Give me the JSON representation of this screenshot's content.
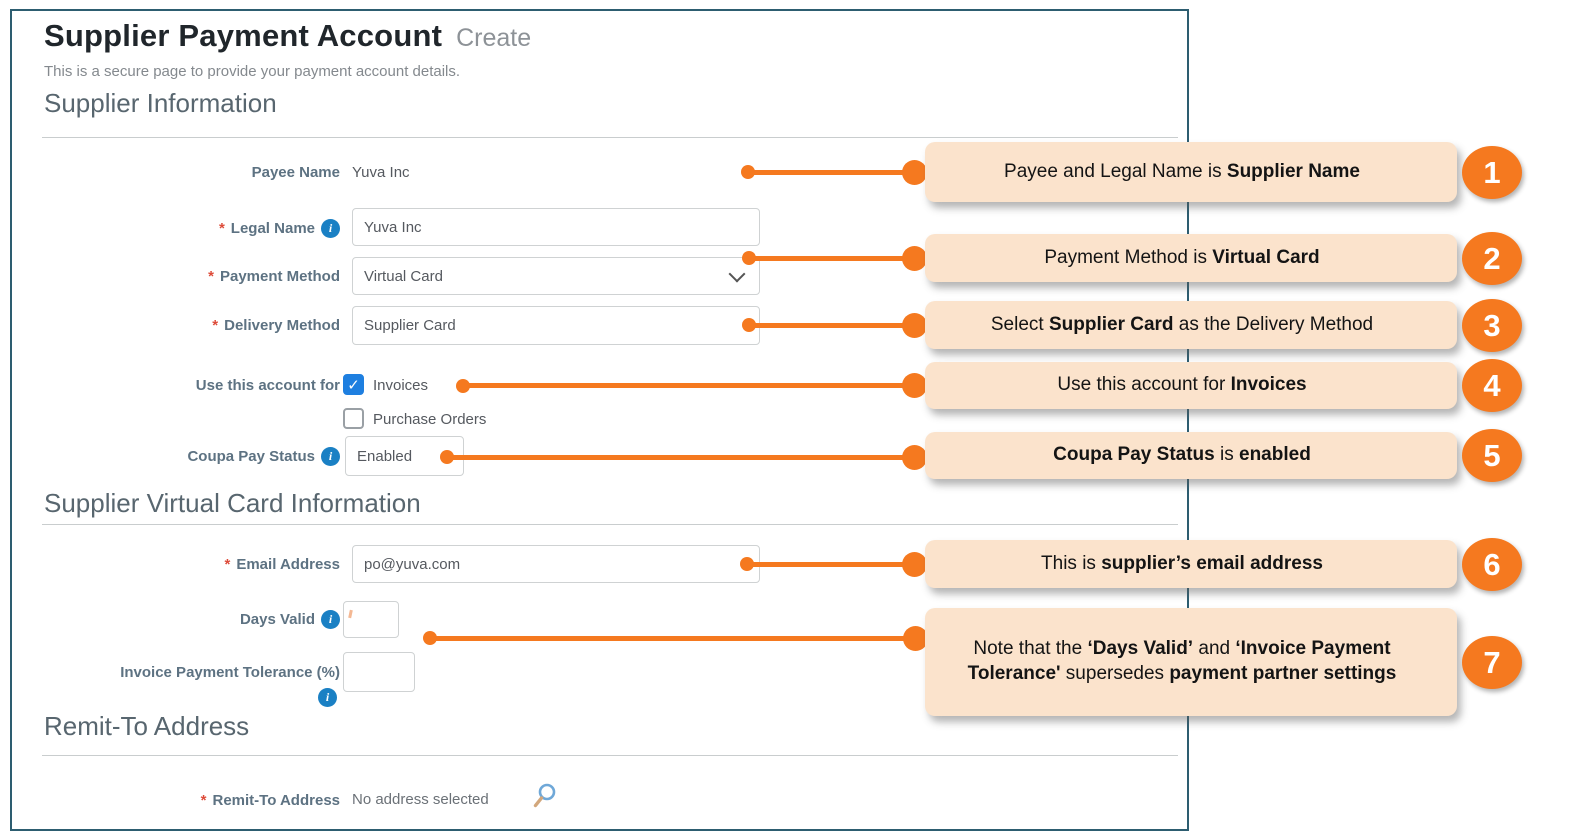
{
  "ui": {
    "required_marker": "*",
    "info_glyph": "i",
    "check_glyph": "✓"
  },
  "colors": {
    "accent_orange": "#f5791f",
    "callout_bg": "#fbe3cc",
    "frame_teal": "#2d5d70",
    "checkbox_blue": "#1e7fe0",
    "info_blue": "#1a80c4"
  },
  "header": {
    "title": "Supplier Payment Account",
    "mode": "Create",
    "subtitle": "This is a secure page to provide your payment account details."
  },
  "sections": {
    "supplier_information": "Supplier Information",
    "virtual_card_information": "Supplier Virtual Card Information",
    "remit_to": "Remit-To Address"
  },
  "fields": {
    "payee_name": {
      "label": "Payee Name",
      "value": "Yuva Inc"
    },
    "legal_name": {
      "label": "Legal Name",
      "value": "Yuva Inc"
    },
    "payment_method": {
      "label": "Payment Method",
      "value": "Virtual Card"
    },
    "delivery_method": {
      "label": "Delivery Method",
      "value": "Supplier Card"
    },
    "use_account_for": {
      "label": "Use this account for",
      "options": [
        {
          "label": "Invoices",
          "checked": true
        },
        {
          "label": "Purchase Orders",
          "checked": false
        }
      ]
    },
    "coupa_pay_status": {
      "label": "Coupa Pay Status",
      "value": "Enabled"
    },
    "email_address": {
      "label": "Email Address",
      "value": "po@yuva.com"
    },
    "days_valid": {
      "label": "Days Valid",
      "value": ""
    },
    "invoice_payment_tolerance": {
      "label": "Invoice Payment Tolerance (%)",
      "value": ""
    },
    "remit_to_address": {
      "label": "Remit-To Address",
      "value": "No address selected"
    }
  },
  "callouts": [
    {
      "number": "1",
      "segments": [
        {
          "t": "Payee and Legal Name is ",
          "b": false
        },
        {
          "t": "Supplier Name",
          "b": true
        }
      ]
    },
    {
      "number": "2",
      "segments": [
        {
          "t": "Payment Method is ",
          "b": false
        },
        {
          "t": "Virtual Card",
          "b": true
        }
      ]
    },
    {
      "number": "3",
      "segments": [
        {
          "t": "Select ",
          "b": false
        },
        {
          "t": "Supplier Card",
          "b": true
        },
        {
          "t": " as the Delivery Method",
          "b": false
        }
      ]
    },
    {
      "number": "4",
      "segments": [
        {
          "t": "Use this account for ",
          "b": false
        },
        {
          "t": "Invoices",
          "b": true
        }
      ]
    },
    {
      "number": "5",
      "segments": [
        {
          "t": "Coupa Pay Status",
          "b": true
        },
        {
          "t": " is ",
          "b": false
        },
        {
          "t": "enabled",
          "b": true
        }
      ]
    },
    {
      "number": "6",
      "segments": [
        {
          "t": "This is ",
          "b": false
        },
        {
          "t": "supplier’s email address",
          "b": true
        }
      ]
    },
    {
      "number": "7",
      "segments": [
        {
          "t": "Note that the ",
          "b": false
        },
        {
          "t": "‘Days Valid’",
          "b": true
        },
        {
          "t": " and ",
          "b": false
        },
        {
          "t": "‘Invoice Payment Tolerance'",
          "b": true
        },
        {
          "t": " supersedes ",
          "b": false
        },
        {
          "t": "payment partner settings",
          "b": true
        }
      ]
    }
  ]
}
